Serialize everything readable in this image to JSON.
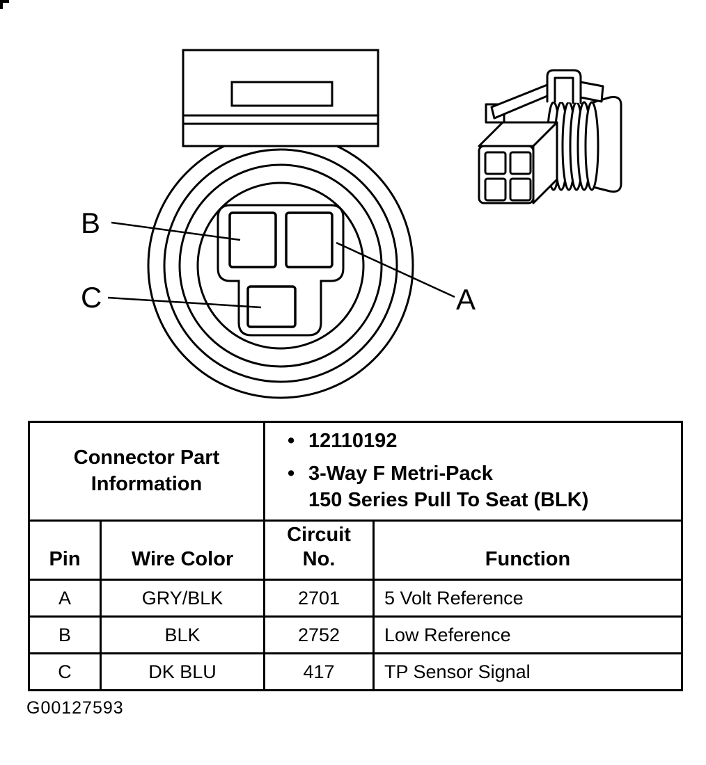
{
  "colors": {
    "ink": "#000000",
    "paper": "#ffffff"
  },
  "figure": {
    "id": "G00127593",
    "pin_labels": {
      "a": "A",
      "b": "B",
      "c": "C"
    }
  },
  "table": {
    "part_info_label": "Connector Part Information",
    "part_bullets": [
      "12110192",
      "3-Way F Metri-Pack\n150 Series Pull To Seat (BLK)"
    ],
    "headers": {
      "pin": "Pin",
      "wire_color": "Wire Color",
      "circuit_no": "Circuit\nNo.",
      "function": "Function"
    },
    "rows": [
      {
        "pin": "A",
        "wire_color": "GRY/BLK",
        "circuit_no": "2701",
        "function": "5 Volt Reference"
      },
      {
        "pin": "B",
        "wire_color": "BLK",
        "circuit_no": "2752",
        "function": "Low Reference"
      },
      {
        "pin": "C",
        "wire_color": "DK BLU",
        "circuit_no": "417",
        "function": "TP Sensor Signal"
      }
    ]
  }
}
